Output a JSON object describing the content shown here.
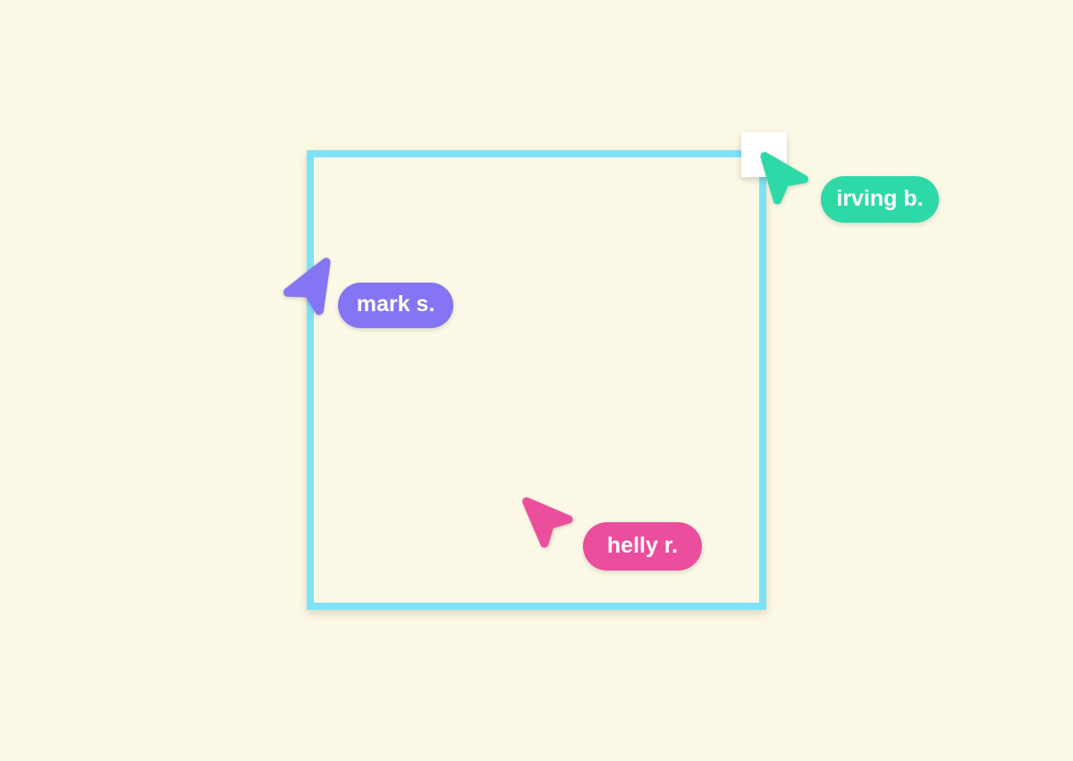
{
  "colors": {
    "background": "#FDF9E7",
    "square_border": "#7DE2F8",
    "handle": "#FFFFFF",
    "irving": "#2ED9A8",
    "mark": "#8375F3",
    "helly": "#EA4E9C"
  },
  "canvas": {
    "objects": {
      "square": {
        "type": "rectangle",
        "border_color": "#7DE2F8"
      },
      "resize_handle": {
        "type": "selection-handle",
        "color": "#FFFFFF",
        "position": "top-right-corner"
      }
    }
  },
  "cursors": [
    {
      "id": "irving",
      "label": "irving b.",
      "color": "#2ED9A8",
      "direction": "up-left"
    },
    {
      "id": "mark",
      "label": "mark s.",
      "color": "#8375F3",
      "direction": "up-right"
    },
    {
      "id": "helly",
      "label": "helly r.",
      "color": "#EA4E9C",
      "direction": "up-left"
    }
  ]
}
